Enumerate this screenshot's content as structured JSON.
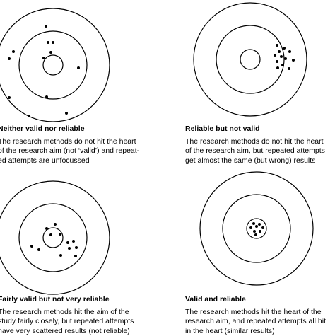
{
  "panels": [
    {
      "title": "Neither valid nor reliable",
      "lines": [
        "The research methods do not hit the heart",
        "of the research aim (not ‘valid’) and repeat-",
        "ed attempts are unfocussed"
      ]
    },
    {
      "title": "Reliable but not valid",
      "lines": [
        "The research methods do not hit the heart",
        "of the research aim, but repeated attempts",
        "get almost the same (but wrong) results"
      ]
    },
    {
      "title": "Fairly valid but not very reliable",
      "lines": [
        "The research methods hit the aim of the",
        "study fairly closely, but repeated attempts",
        "have very scattered results (not reliable)"
      ]
    },
    {
      "title": "Valid and reliable",
      "lines": [
        "The research methods hit the heart of the",
        "research aim, and repeated attempts all hit",
        "in the heart (similar results)"
      ]
    }
  ],
  "colors": {
    "ink": "#000000",
    "paper": "#ffffff"
  }
}
